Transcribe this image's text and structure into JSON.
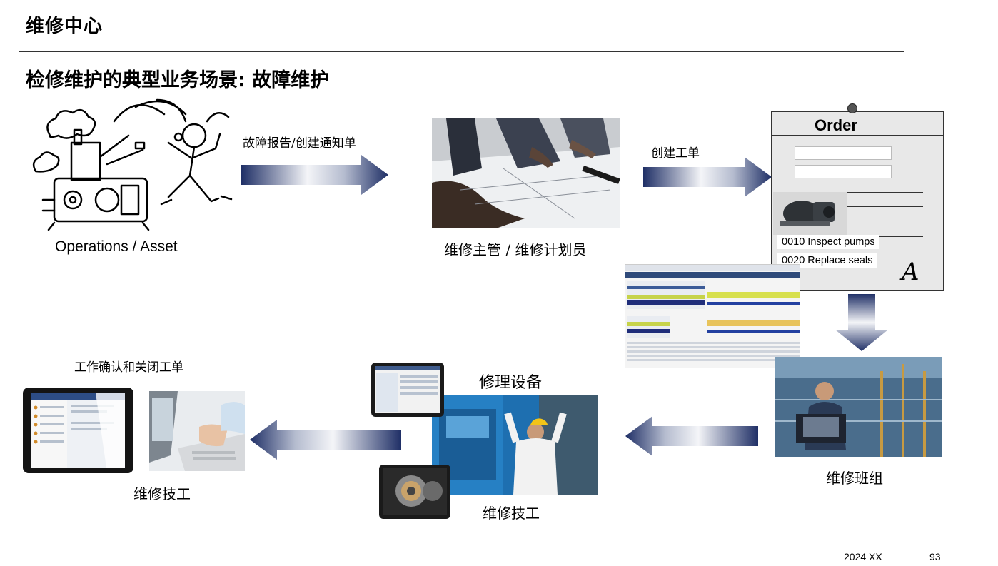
{
  "header": {
    "title": "维修中心",
    "subtitle": "检修维护的典型业务场景: 故障维护"
  },
  "flow": {
    "operations_label": "Operations / Asset",
    "arrow1_label": "故障报告/创建通知单",
    "supervisor_label": "维修主管 / 维修计划员",
    "arrow2_label": "创建工单",
    "order_card": {
      "title": "Order",
      "operations": [
        "0010 Inspect pumps",
        "0020 Replace seals"
      ],
      "signature": "A"
    },
    "crew_label": "维修班组",
    "repair_title": "修理设备",
    "repair_tech_label": "维修技工",
    "confirm_label": "工作确认和关闭工单",
    "tech_label": "维修技工"
  },
  "footer": {
    "date": "2024 XX",
    "page": "93"
  },
  "colors": {
    "arrow_dark": "#1f2f66",
    "arrow_light": "#ffffff"
  }
}
